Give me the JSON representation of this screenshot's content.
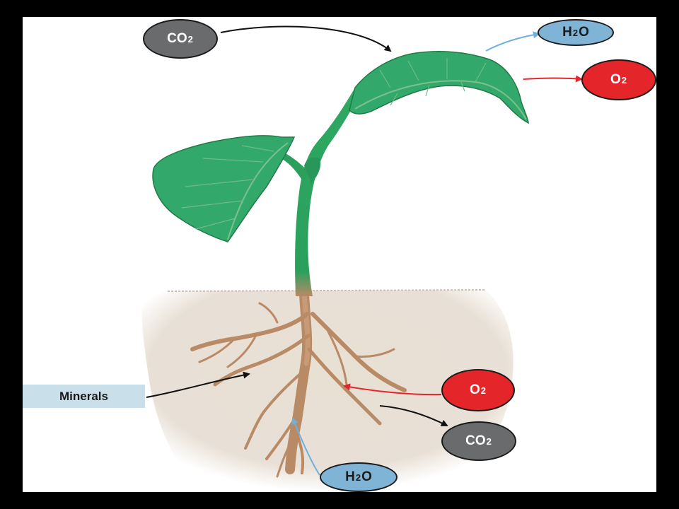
{
  "labels": {
    "co2_top": {
      "main": "CO",
      "sub": "2"
    },
    "h2o_top": {
      "pre": "H",
      "sub": "2",
      "post": "O"
    },
    "o2_top": {
      "main": "O",
      "sub": "2"
    },
    "minerals": "Minerals",
    "o2_bottom": {
      "main": "O",
      "sub": "2"
    },
    "co2_bottom": {
      "main": "CO",
      "sub": "2"
    },
    "h2o_bottom": {
      "pre": "H",
      "sub": "2",
      "post": "O"
    }
  },
  "colors": {
    "co2": "#6a6b6d",
    "h2o": "#7fb4d6",
    "o2": "#e4262b",
    "leaf": "#2fa864",
    "stem": "#27a35d",
    "root": "#b98a66",
    "soil": "#e6ddd2",
    "minerals_box": "#c9dfe9"
  }
}
